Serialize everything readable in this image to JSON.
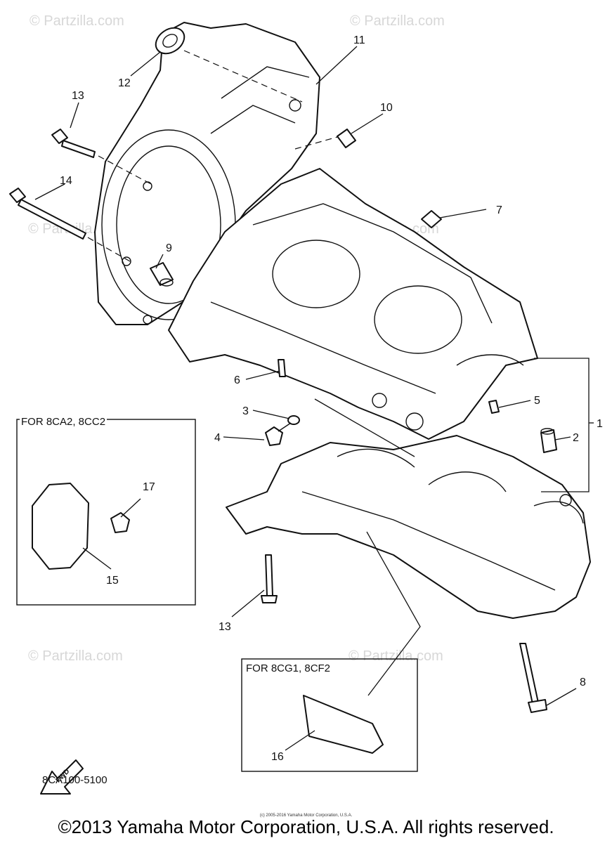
{
  "watermark": "© Partzilla.com",
  "callouts": {
    "c1": "1",
    "c2": "2",
    "c3": "3",
    "c4": "4",
    "c5": "5",
    "c6": "6",
    "c7": "7",
    "c8": "8",
    "c9": "9",
    "c10": "10",
    "c11": "11",
    "c12": "12",
    "c13a": "13",
    "c13b": "13",
    "c14": "14",
    "c15": "15",
    "c16": "16",
    "c17": "17"
  },
  "insets": {
    "left_title": "FOR 8CA2, 8CC2",
    "right_title": "FOR 8CG1, 8CF2"
  },
  "fwd_label": "FWD",
  "diagram_code": "8CA100-5100",
  "small_copyright": "(c) 2005-2016 Yamaha Motor Corporation, U.S.A.",
  "copyright": "©2013 Yamaha Motor Corporation, U.S.A. All rights reserved."
}
